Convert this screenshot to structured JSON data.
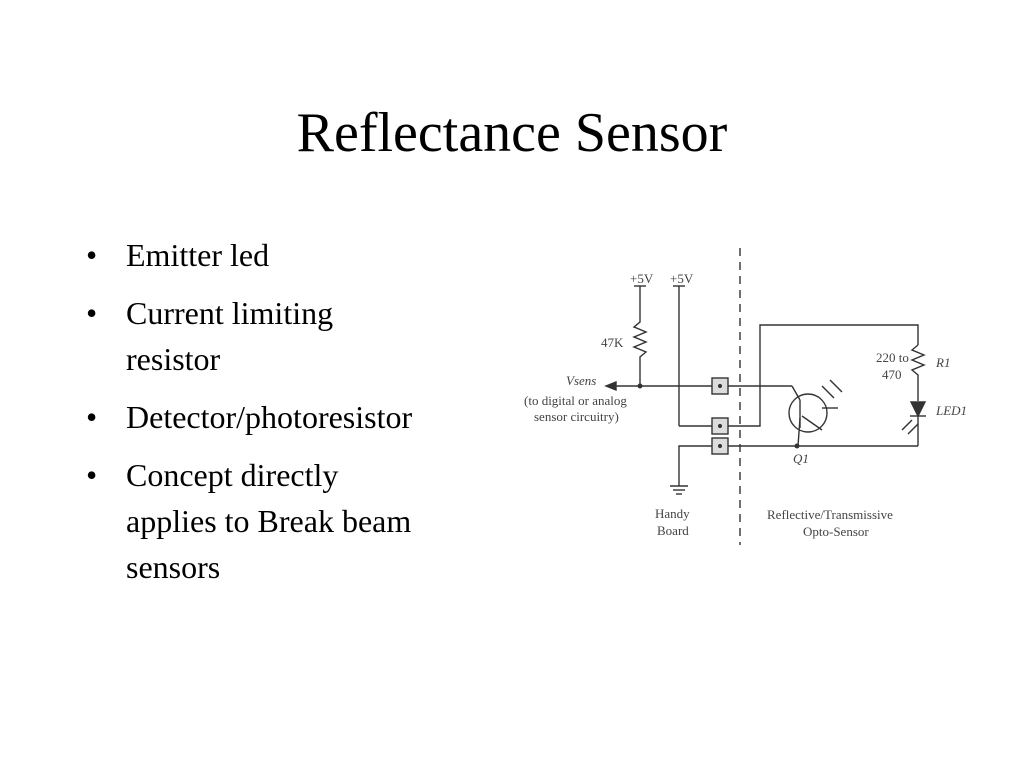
{
  "slide": {
    "title": "Reflectance Sensor",
    "bullets": [
      {
        "lines": [
          "Emitter led"
        ]
      },
      {
        "lines": [
          "Current limiting",
          "resistor"
        ]
      },
      {
        "lines": [
          "Detector/photoresistor"
        ]
      },
      {
        "lines": [
          "Concept directly",
          "applies to Break beam",
          "sensors"
        ]
      }
    ]
  },
  "diagram": {
    "supply_left": "+5V",
    "supply_right": "+5V",
    "pullup_resistor": "47K",
    "signal_name": "Vsens",
    "signal_note_1": "(to digital or analog",
    "signal_note_2": "sensor circuitry)",
    "led_resistor_value_1": "220 to",
    "led_resistor_value_2": "470",
    "led_resistor_name": "R1",
    "led_name": "LED1",
    "transistor_name": "Q1",
    "left_section_1": "Handy",
    "left_section_2": "Board",
    "right_section_1": "Reflective/Transmissive",
    "right_section_2": "Opto-Sensor"
  }
}
